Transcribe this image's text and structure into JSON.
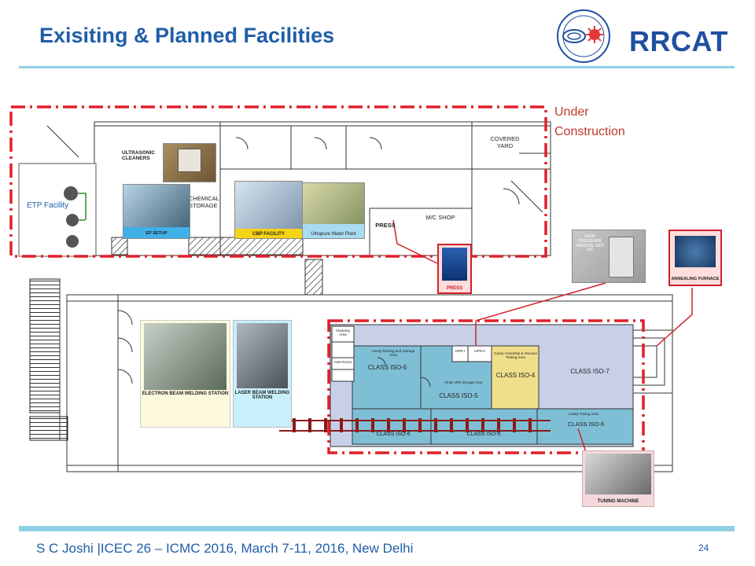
{
  "slide": {
    "title": "Exisiting & Planned Facilities",
    "brand": "RRCAT",
    "footer": "S C Joshi  |ICEC 26 – ICMC 2016, March 7-11, 2016, New Delhi",
    "page_number": "24"
  },
  "labels": {
    "under_construction": "Under Construction",
    "etp_facility": "ETP Facility"
  },
  "photos": {
    "ultrasonic": "ULTRASONIC CLEANERS",
    "ep_setup": "EP SETUP",
    "cbp": "CBP FACILITY",
    "ultrapure": "Ultrapure Water Plant",
    "press": "PRESS",
    "hpr": "HIGH PRESSURE RINSING SET UP",
    "annealing": "ANNEALING FURNACE",
    "ebw": "ELECTRON BEAM WELDING STATION",
    "lbw": "LASER BEAM WELDING STATION",
    "tuning": "TUNING MACHINE"
  },
  "plan_text": {
    "chemical_storage": "CHEMICAL STORAGE",
    "covered_yard": "COVERED YARD",
    "mc_shop": "M/C SHOP",
    "press_room": "PRESS",
    "cleanroom_iso6_a": "CLASS ISO-6",
    "cleanroom_iso5_a": "CLASS ISO-5",
    "cleanroom_iso4": "CLASS ISO-4",
    "cleanroom_iso7": "CLASS ISO-7",
    "cleanroom_iso6_b": "CLASS ISO-6",
    "cleanroom_iso6_c": "CLASS ISO-6",
    "cleanroom_iso5_b": "CLASS ISO-5",
    "cleaning_area": "Cleaning Area",
    "ante_room": "Ante Room",
    "hpr1": "HPR-I",
    "hpr2": "HPR-II",
    "cavity_rinsing": "Cavity Rinsing and Storage Area",
    "cavity_assembly": "Cavity Assembly & Vacuum Testing Area",
    "final_hpr": "Final HPR Storage Area",
    "cavity_tuning": "Cavity Tuning Area"
  },
  "colors": {
    "title": "#1f5ea8",
    "accent_rule": "#8fd0e6",
    "dashed_outline": "#e0202a",
    "iso6_blue": "#7fbfd6",
    "iso4_yellow": "#f0df8a",
    "iso7_lavender": "#c8d0e8"
  }
}
